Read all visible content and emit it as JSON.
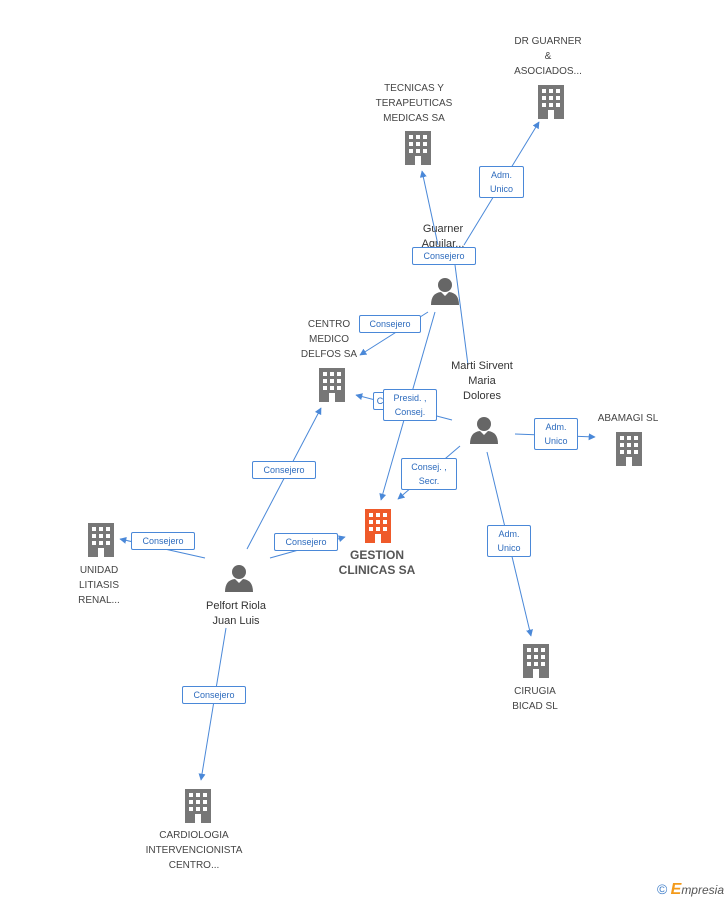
{
  "nodes": {
    "gestion": {
      "lines": [
        "GESTION",
        "CLINICAS SA"
      ],
      "type": "company-main",
      "color": "#ef5a2a"
    },
    "tecnicas": {
      "lines": [
        "TECNICAS Y",
        "TERAPEUTICAS",
        "MEDICAS SA"
      ],
      "type": "company"
    },
    "dr_guarner": {
      "lines": [
        "DR GUARNER",
        "&",
        "ASOCIADOS..."
      ],
      "type": "company"
    },
    "centro_medico": {
      "lines": [
        "CENTRO",
        "MEDICO",
        "DELFOS SA"
      ],
      "type": "company"
    },
    "abamagi": {
      "lines": [
        "ABAMAGI SL"
      ],
      "type": "company"
    },
    "unidad": {
      "lines": [
        "UNIDAD",
        "LITIASIS",
        "RENAL..."
      ],
      "type": "company"
    },
    "cirugia": {
      "lines": [
        "CIRUGIA",
        "BICAD  SL"
      ],
      "type": "company"
    },
    "cardiologia": {
      "lines": [
        "CARDIOLOGIA",
        "INTERVENCIONISTA",
        "CENTRO..."
      ],
      "type": "company"
    },
    "guarner_person": {
      "lines": [
        "Guarner",
        "Aguilar..."
      ],
      "type": "person"
    },
    "marti": {
      "lines": [
        "Marti Sirvent",
        "Maria",
        "Dolores"
      ],
      "type": "person"
    },
    "pelfort": {
      "lines": [
        "Pelfort Riola",
        "Juan Luis"
      ],
      "type": "person"
    }
  },
  "edges": [
    {
      "id": "e1",
      "lines": [
        "Adm.",
        "Unico"
      ]
    },
    {
      "id": "e2",
      "lines": [
        "Consejero"
      ]
    },
    {
      "id": "e3",
      "lines": [
        "Consejero"
      ]
    },
    {
      "id": "e4",
      "lines": [
        "C"
      ]
    },
    {
      "id": "e5",
      "lines": [
        "Presid. ,",
        "Consej."
      ]
    },
    {
      "id": "e6",
      "lines": [
        "Consej. ,",
        "Secr."
      ]
    },
    {
      "id": "e7",
      "lines": [
        "Adm.",
        "Unico"
      ]
    },
    {
      "id": "e8",
      "lines": [
        "Adm.",
        "Unico"
      ]
    },
    {
      "id": "e9",
      "lines": [
        "Consejero"
      ]
    },
    {
      "id": "e10",
      "lines": [
        "Consejero"
      ]
    },
    {
      "id": "e11",
      "lines": [
        "Consejero"
      ]
    },
    {
      "id": "e12",
      "lines": [
        "Consejero"
      ]
    }
  ],
  "colors": {
    "edge": "#4a88d8",
    "company_icon": "#777777",
    "person_icon": "#666666",
    "highlight": "#ef5a2a"
  },
  "footer": {
    "copyright": "©",
    "brand_initial": "E",
    "brand_rest": "mpresia"
  }
}
